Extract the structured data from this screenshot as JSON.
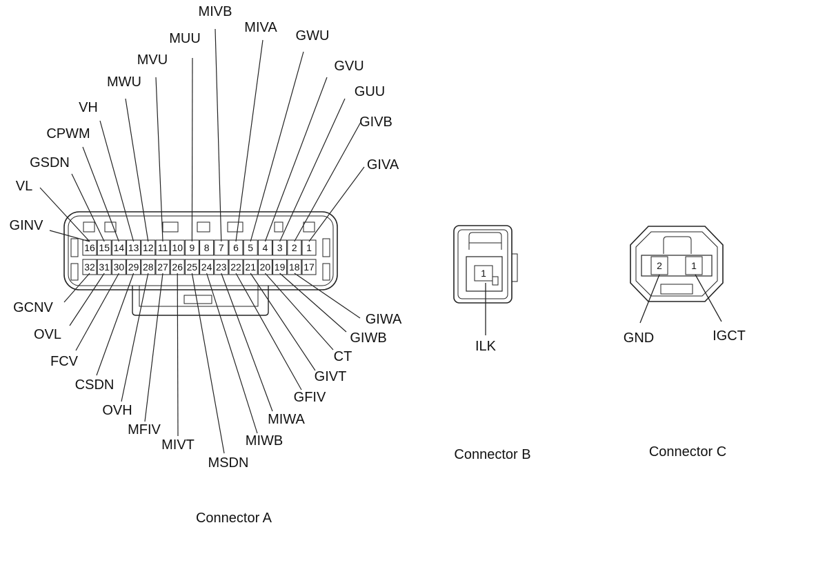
{
  "connector_a": {
    "caption": "Connector A",
    "top_row_pins": [
      "16",
      "15",
      "14",
      "13",
      "12",
      "11",
      "10",
      "9",
      "8",
      "7",
      "6",
      "5",
      "4",
      "3",
      "2",
      "1"
    ],
    "bottom_row_pins": [
      "32",
      "31",
      "30",
      "29",
      "28",
      "27",
      "26",
      "25",
      "24",
      "23",
      "22",
      "21",
      "20",
      "19",
      "18",
      "17"
    ],
    "top_labels": [
      {
        "pin": "1",
        "name": "GIVA"
      },
      {
        "pin": "2",
        "name": "GIVB"
      },
      {
        "pin": "3",
        "name": "GUU"
      },
      {
        "pin": "4",
        "name": "GVU"
      },
      {
        "pin": "5",
        "name": "GWU"
      },
      {
        "pin": "6",
        "name": "MIVA"
      },
      {
        "pin": "7",
        "name": "MIVB"
      },
      {
        "pin": "9",
        "name": "MUU"
      },
      {
        "pin": "11",
        "name": "MVU"
      },
      {
        "pin": "12",
        "name": "MWU"
      },
      {
        "pin": "13",
        "name": "VH"
      },
      {
        "pin": "14",
        "name": "CPWM"
      },
      {
        "pin": "15",
        "name": "GSDN"
      },
      {
        "pin": "16",
        "name": "VL"
      },
      {
        "pin": "16",
        "name": "GINV"
      }
    ],
    "bottom_labels": [
      {
        "pin": "32",
        "name": "GCNV"
      },
      {
        "pin": "31",
        "name": "OVL"
      },
      {
        "pin": "30",
        "name": "FCV"
      },
      {
        "pin": "29",
        "name": "CSDN"
      },
      {
        "pin": "28",
        "name": "OVH"
      },
      {
        "pin": "27",
        "name": "MFIV"
      },
      {
        "pin": "26",
        "name": "MIVT"
      },
      {
        "pin": "25",
        "name": "MSDN"
      },
      {
        "pin": "24",
        "name": "MIWB"
      },
      {
        "pin": "23",
        "name": "MIWA"
      },
      {
        "pin": "22",
        "name": "GFIV"
      },
      {
        "pin": "21",
        "name": "GIVT"
      },
      {
        "pin": "20",
        "name": "CT"
      },
      {
        "pin": "19",
        "name": "GIWB"
      },
      {
        "pin": "18",
        "name": "GIWA"
      }
    ]
  },
  "connector_b": {
    "caption": "Connector B",
    "pins": [
      {
        "pin": "1",
        "name": "ILK"
      }
    ]
  },
  "connector_c": {
    "caption": "Connector C",
    "pins": [
      {
        "pin": "2",
        "name": "GND"
      },
      {
        "pin": "1",
        "name": "IGCT"
      }
    ]
  }
}
